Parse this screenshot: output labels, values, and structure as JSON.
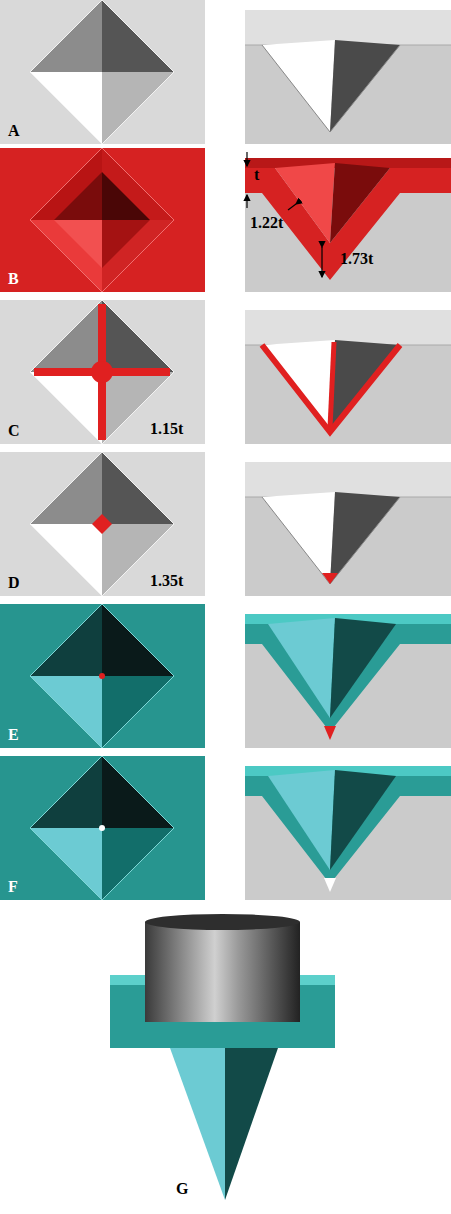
{
  "diagram": {
    "labels": [
      "A",
      "t",
      "1.22t",
      "1.73t",
      "B",
      "C",
      "1.15t",
      "D",
      "1.35t",
      "E",
      "F",
      "G"
    ]
  }
}
